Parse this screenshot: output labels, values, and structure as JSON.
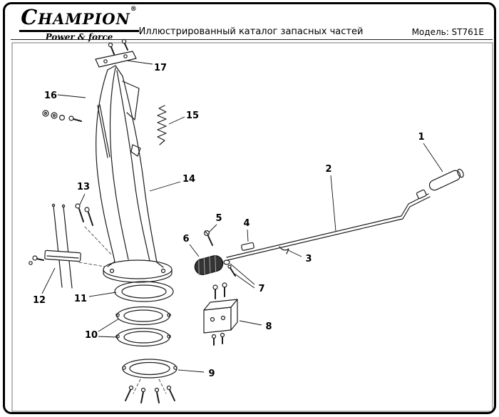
{
  "header": {
    "brand": "CHAMPION",
    "reg_mark": "®",
    "tagline": "Power & force",
    "title": "Иллюстрированный каталог запасных частей",
    "model": "Модель: ST761E"
  },
  "diagram": {
    "description": "exploded-parts-drawing",
    "callouts": [
      "1",
      "2",
      "3",
      "4",
      "5",
      "6",
      "7",
      "8",
      "9",
      "10",
      "11",
      "12",
      "13",
      "14",
      "15",
      "16",
      "17"
    ]
  },
  "colors": {
    "line": "#1c1c1c",
    "background": "#ffffff",
    "border": "#000000"
  }
}
